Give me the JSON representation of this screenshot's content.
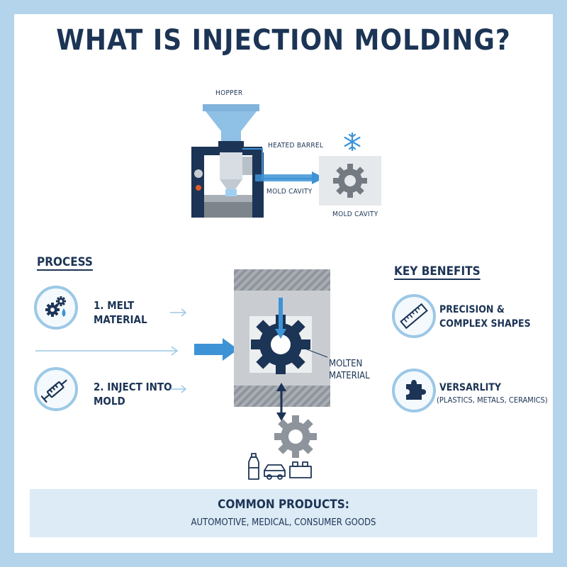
{
  "title": "WHAT IS INJECTION MOLDING?",
  "machine": {
    "hopper_label": "HOPPER",
    "barrel_label": "HEATED BARREL",
    "mold_cavity_label_inner": "MOLD CAVITY",
    "mold_cavity_label_outer": "MOLD CAVITY"
  },
  "process": {
    "heading": "PROCESS",
    "steps": [
      {
        "line1": "1. MELT",
        "line2": "MATERIAL",
        "icon": "gears-drop-icon"
      },
      {
        "line1": "2. INJECT INTO",
        "line2": "MOLD",
        "icon": "syringe-icon"
      }
    ]
  },
  "center": {
    "molten_line1": "MOLTEN",
    "molten_line2": "MATERIAL"
  },
  "benefits": {
    "heading": "KEY BENEFITS",
    "items": [
      {
        "line1": "PRECISION &",
        "line2": "COMPLEX SHAPES",
        "icon": "ruler-icon"
      },
      {
        "line1": "VERSARLITY",
        "line2": "(PLASTICS, METALS, CERAMICS)",
        "icon": "puzzle-icon"
      }
    ]
  },
  "products": {
    "heading": "COMMON PRODUCTS:",
    "list": "AUTOMOTIVE, MEDICAL, CONSUMER GOODS"
  },
  "colors": {
    "navy": "#1c3455",
    "accent_blue": "#3d93d6",
    "light_blue": "#9cc8e6",
    "gray": "#9a9fa6"
  }
}
